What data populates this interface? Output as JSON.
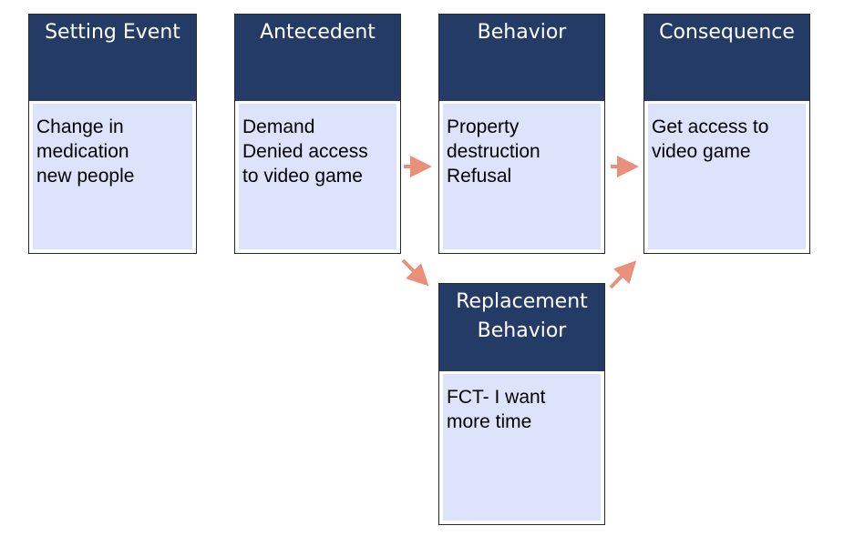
{
  "colors": {
    "header_bg": "#243b66",
    "header_text": "#ffffff",
    "body_bg": "#dce3fb",
    "arrow": "#e8907a"
  },
  "boxes": {
    "setting_event": {
      "title": "Setting Event",
      "lines": [
        "Change in",
        "medication",
        "new people"
      ]
    },
    "antecedent": {
      "title": "Antecedent",
      "lines": [
        "Demand",
        "Denied access",
        "to video game"
      ]
    },
    "behavior": {
      "title": "Behavior",
      "lines": [
        "Property",
        "destruction",
        "Refusal"
      ]
    },
    "consequence": {
      "title": "Consequence",
      "lines": [
        "Get access to",
        "video game"
      ]
    },
    "replacement": {
      "title_lines": [
        "Replacement",
        "Behavior"
      ],
      "lines": [
        "FCT- I want",
        "more time"
      ]
    }
  }
}
